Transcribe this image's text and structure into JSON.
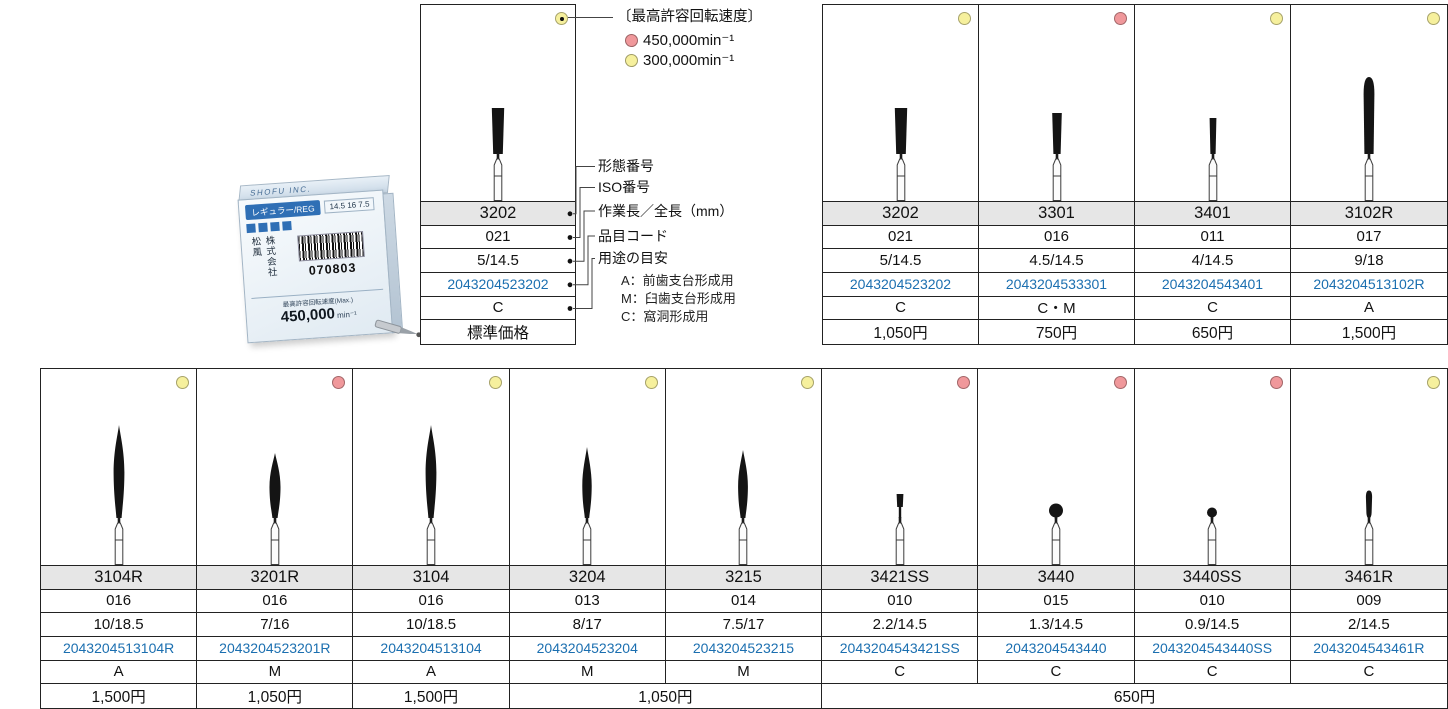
{
  "colors": {
    "yellow": "#f6f09d",
    "red": "#f0989b",
    "code_blue": "#1b6fb0",
    "row_gray": "#e6e6e6"
  },
  "speed_legend": {
    "title": "〔最高許容回転速度〕",
    "items": [
      {
        "dot": "red",
        "label": "450,000min⁻¹"
      },
      {
        "dot": "yellow",
        "label": "300,000min⁻¹"
      }
    ]
  },
  "callouts": {
    "shape": "形態番号",
    "iso": "ISO番号",
    "length": "作業長／全長（mm）",
    "code": "品目コード",
    "usage": "用途の目安",
    "usage_items": [
      "A：前歯支台形成用",
      "M：臼歯支台形成用",
      "C：窩洞形成用"
    ]
  },
  "sample": {
    "dot": "yellow",
    "shape_no": "3202",
    "iso": "021",
    "length": "5/14.5",
    "code": "2043204523202",
    "usage": "C",
    "price_label": "標準価格"
  },
  "box": {
    "brand_top": "SHOFU INC.",
    "reg_label": "レギュラー/REG",
    "sizes_row": "14.5 16 7.5",
    "company": "株式会社 松風",
    "lot": "070803",
    "speed_caption": "最高許容回転速度(Max.)",
    "speed_value": "450,000",
    "speed_unit": "min⁻¹"
  },
  "table_right": {
    "products": [
      {
        "dot": "yellow",
        "shape_no": "3202",
        "iso": "021",
        "length": "5/14.5",
        "code": "2043204523202",
        "usage": "C",
        "price": "1,050円"
      },
      {
        "dot": "red",
        "shape_no": "3301",
        "iso": "016",
        "length": "4.5/14.5",
        "code": "2043204533301",
        "usage": "C・M",
        "price": "750円"
      },
      {
        "dot": "yellow",
        "shape_no": "3401",
        "iso": "011",
        "length": "4/14.5",
        "code": "2043204543401",
        "usage": "C",
        "price": "650円"
      },
      {
        "dot": "yellow",
        "shape_no": "3102R",
        "iso": "017",
        "length": "9/18",
        "code": "2043204513102R",
        "usage": "A",
        "price": "1,500円"
      }
    ]
  },
  "table_bottom": {
    "products": [
      {
        "dot": "yellow",
        "shape_no": "3104R",
        "iso": "016",
        "length": "10/18.5",
        "code": "2043204513104R",
        "usage": "A"
      },
      {
        "dot": "red",
        "shape_no": "3201R",
        "iso": "016",
        "length": "7/16",
        "code": "2043204523201R",
        "usage": "M"
      },
      {
        "dot": "yellow",
        "shape_no": "3104",
        "iso": "016",
        "length": "10/18.5",
        "code": "2043204513104",
        "usage": "A"
      },
      {
        "dot": "yellow",
        "shape_no": "3204",
        "iso": "013",
        "length": "8/17",
        "code": "2043204523204",
        "usage": "M"
      },
      {
        "dot": "yellow",
        "shape_no": "3215",
        "iso": "014",
        "length": "7.5/17",
        "code": "2043204523215",
        "usage": "M"
      },
      {
        "dot": "red",
        "shape_no": "3421SS",
        "iso": "010",
        "length": "2.2/14.5",
        "code": "2043204543421SS",
        "usage": "C"
      },
      {
        "dot": "red",
        "shape_no": "3440",
        "iso": "015",
        "length": "1.3/14.5",
        "code": "2043204543440",
        "usage": "C"
      },
      {
        "dot": "red",
        "shape_no": "3440SS",
        "iso": "010",
        "length": "0.9/14.5",
        "code": "2043204543440SS",
        "usage": "C"
      },
      {
        "dot": "yellow",
        "shape_no": "3461R",
        "iso": "009",
        "length": "2/14.5",
        "code": "2043204543461R",
        "usage": "C"
      }
    ],
    "prices": [
      {
        "label": "1,500円"
      },
      {
        "label": "1,050円"
      },
      {
        "label": "1,500円"
      },
      {
        "label": "1,050円"
      },
      {
        "label": "650円"
      }
    ]
  }
}
